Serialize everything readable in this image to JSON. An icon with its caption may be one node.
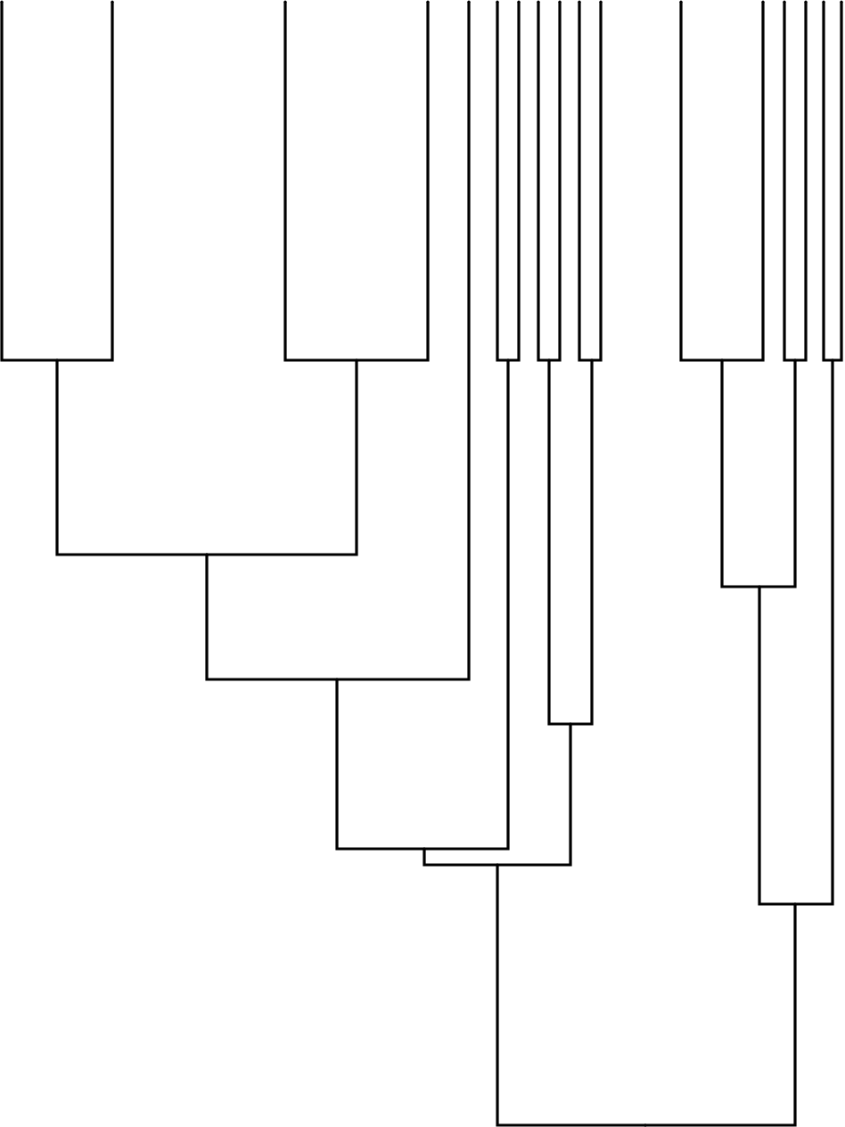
{
  "diagram": {
    "nodes": [
      {
        "text": [],
        "shape": "point"
      },
      {
        "text": [],
        "shape": "point"
      },
      {
        "text": [],
        "shape": "point"
      },
      {
        "text": [],
        "shape": "point"
      },
      {
        "text": [],
        "shape": "point"
      },
      {
        "text": [],
        "shape": "point"
      },
      {
        "text": [],
        "shape": "point"
      },
      {
        "text": [],
        "shape": "point"
      },
      {
        "text": [],
        "shape": "point"
      },
      {
        "text": [],
        "shape": "point"
      },
      {
        "text": [],
        "shape": "point"
      },
      {
        "text": [],
        "shape": "point"
      },
      {
        "text": [],
        "shape": "point"
      },
      {
        "text": [],
        "shape": "point"
      },
      {
        "text": [],
        "shape": "point"
      },
      {
        "text": [],
        "shape": "point"
      },
      {
        "text": [],
        "shape": "point"
      },
      {
        "text": [],
        "shape": "point"
      },
      {
        "text": [],
        "shape": "point"
      },
      {
        "text": [],
        "shape": "point"
      },
      {
        "text": [],
        "shape": "point"
      },
      {
        "text": [],
        "shape": "point"
      },
      {
        "text": [],
        "shape": "point"
      },
      {
        "text": [],
        "shape": "point"
      },
      {
        "text": [],
        "shape": "point"
      },
      {
        "text": [],
        "shape": "point"
      },
      {
        "text": [],
        "shape": "point"
      },
      {
        "text": [],
        "shape": "point"
      },
      {
        "text": [],
        "shape": "point"
      },
      {
        "text": [],
        "shape": "point"
      },
      {
        "text": [],
        "shape": "point"
      },
      {
        "text": [],
        "shape": "point"
      },
      {
        "text": [],
        "shape": "point"
      }
    ],
    "edges": [
      {
        "from": 17,
        "to": 0,
        "arrow": "none"
      },
      {
        "from": 17,
        "to": 1,
        "arrow": "none"
      },
      {
        "from": 18,
        "to": 2,
        "arrow": "none"
      },
      {
        "from": 18,
        "to": 3,
        "arrow": "none"
      },
      {
        "from": 19,
        "to": 5,
        "arrow": "none"
      },
      {
        "from": 19,
        "to": 6,
        "arrow": "none"
      },
      {
        "from": 20,
        "to": 7,
        "arrow": "none"
      },
      {
        "from": 20,
        "to": 8,
        "arrow": "none"
      },
      {
        "from": 21,
        "to": 9,
        "arrow": "none"
      },
      {
        "from": 21,
        "to": 10,
        "arrow": "none"
      },
      {
        "from": 22,
        "to": 11,
        "arrow": "none"
      },
      {
        "from": 22,
        "to": 12,
        "arrow": "none"
      },
      {
        "from": 23,
        "to": 13,
        "arrow": "none"
      },
      {
        "from": 23,
        "to": 14,
        "arrow": "none"
      },
      {
        "from": 24,
        "to": 15,
        "arrow": "none"
      },
      {
        "from": 24,
        "to": 16,
        "arrow": "none"
      },
      {
        "from": 25,
        "to": 17,
        "arrow": "none"
      },
      {
        "from": 25,
        "to": 18,
        "arrow": "none"
      },
      {
        "from": 26,
        "to": 22,
        "arrow": "none"
      },
      {
        "from": 26,
        "to": 23,
        "arrow": "none"
      },
      {
        "from": 27,
        "to": 25,
        "arrow": "none"
      },
      {
        "from": 27,
        "to": 4,
        "arrow": "none"
      },
      {
        "from": 28,
        "to": 20,
        "arrow": "none"
      },
      {
        "from": 28,
        "to": 21,
        "arrow": "none"
      },
      {
        "from": 29,
        "to": 27,
        "arrow": "none"
      },
      {
        "from": 29,
        "to": 19,
        "arrow": "none"
      },
      {
        "from": 30,
        "to": 29,
        "arrow": "none"
      },
      {
        "from": 30,
        "to": 28,
        "arrow": "none"
      },
      {
        "from": 31,
        "to": 26,
        "arrow": "none"
      },
      {
        "from": 31,
        "to": 24,
        "arrow": "none"
      },
      {
        "from": 32,
        "to": 30,
        "arrow": "none"
      },
      {
        "from": 32,
        "to": 31,
        "arrow": "none"
      }
    ]
  }
}
